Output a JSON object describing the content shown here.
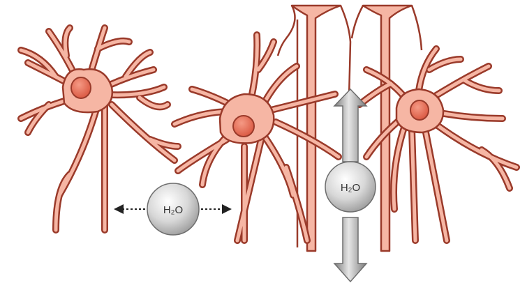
{
  "diagram": {
    "molecules": [
      {
        "id": "h2o-horizontal",
        "label": "H₂O",
        "arrow": "horizontal-double"
      },
      {
        "id": "h2o-vertical",
        "label": "H₂O",
        "arrow": "vertical-double"
      }
    ],
    "colors": {
      "neuron_fill": "#f6b6a4",
      "neuron_outline": "#9a3a2a",
      "nucleus_fill": "#e9735d",
      "background": "#ffffff",
      "molecule_fill": "#d4d4d4",
      "arrow_gray": "#8f8f8f"
    },
    "icons": [
      "neuron-cell",
      "water-molecule",
      "double-arrow-horizontal",
      "double-arrow-vertical"
    ]
  }
}
